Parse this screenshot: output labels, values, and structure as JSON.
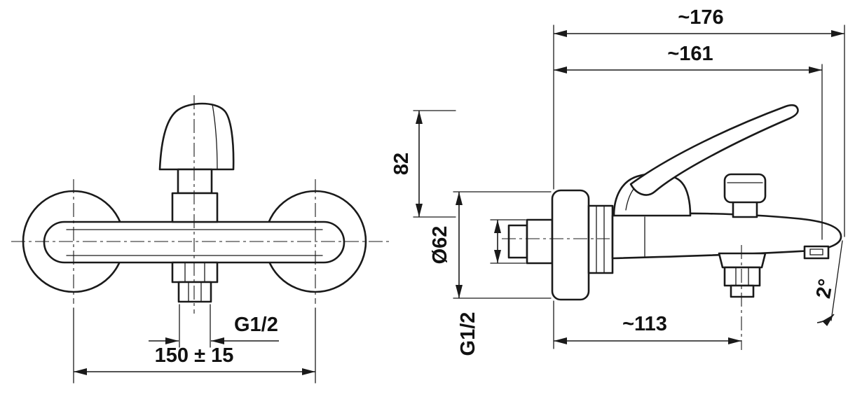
{
  "drawing": {
    "title": "Wall-mounted bath mixer tap - dimensional technical drawing",
    "colors": {
      "line": "#1a1a1a",
      "background": "#ffffff"
    },
    "front_view": {
      "thread_label": "G1/2",
      "mount_spacing": "150 ± 15"
    },
    "side_view": {
      "overall_depth": "~176",
      "body_depth": "~161",
      "handle_height": "82",
      "escutcheon_diameter": "Ø62",
      "inlet_thread": "G1/2",
      "outlet_offset": "~113",
      "spout_angle": "2°"
    }
  }
}
